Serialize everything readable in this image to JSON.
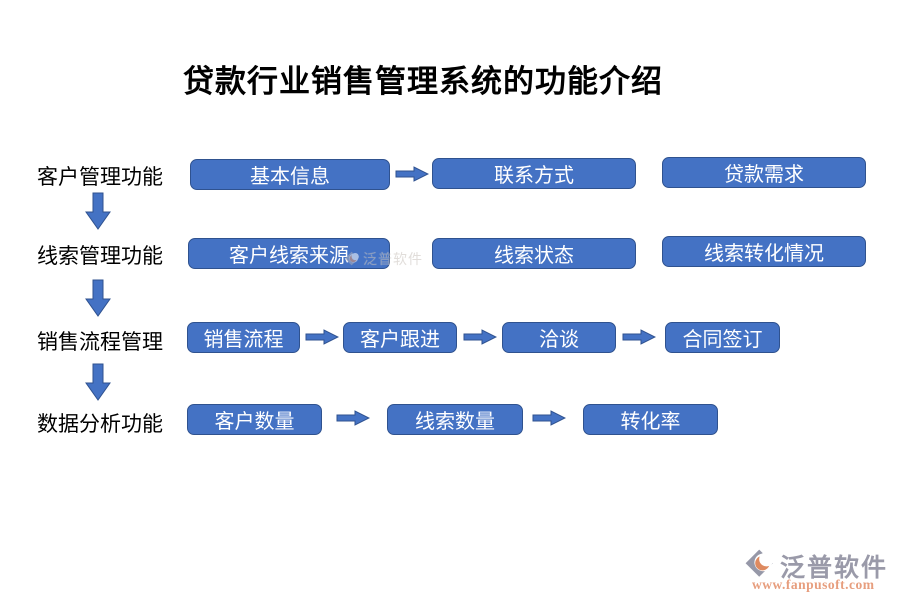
{
  "title": "贷款行业销售管理系统的功能介绍",
  "rows": [
    {
      "label": "客户管理功能",
      "boxes": [
        "基本信息",
        "联系方式",
        "贷款需求"
      ]
    },
    {
      "label": "线索管理功能",
      "boxes": [
        "客户线索来源",
        "线索状态",
        "线索转化情况"
      ]
    },
    {
      "label": "销售流程管理",
      "boxes": [
        "销售流程",
        "客户跟进",
        "洽谈",
        "合同签订"
      ]
    },
    {
      "label": "数据分析功能",
      "boxes": [
        "客户数量",
        "线索数量",
        "转化率"
      ]
    }
  ],
  "watermark": {
    "brand": "泛普软件",
    "url": "www.fanpusoft.com"
  },
  "colors": {
    "box_fill": "#4472C4",
    "box_border": "#2F528F",
    "box_text": "#FFFFFF",
    "title_text": "#000000",
    "watermark_grey": "#9A9AA9",
    "watermark_orange": "#E79E7E"
  }
}
